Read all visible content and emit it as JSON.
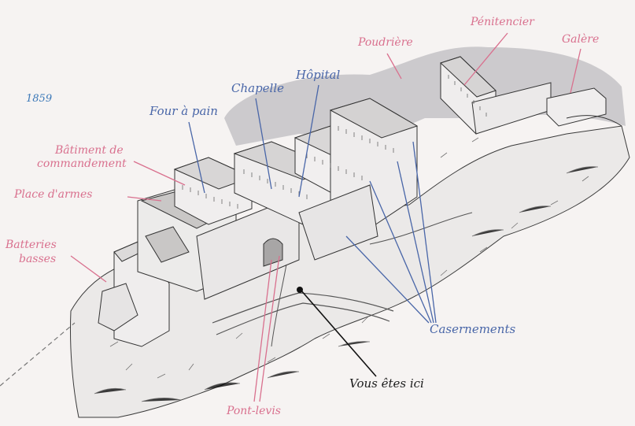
{
  "year": "1859",
  "labels": {
    "penitencier": "Pénitencier",
    "poudriere": "Poudrière",
    "galere": "Galère",
    "hopital": "Hôpital",
    "chapelle": "Chapelle",
    "four_a_pain": "Four à pain",
    "batiment_line1": "Bâtiment de",
    "batiment_line2": "commandement",
    "place_d_armes": "Place d'armes",
    "batteries_line1": "Batteries",
    "batteries_line2": "basses",
    "casernements": "Casernements",
    "vous_etes_ici": "Vous êtes ici",
    "pont_levis": "Pont-levis"
  },
  "colors": {
    "background": "#f6f3f2",
    "pink_labels": "#d9708e",
    "blue_labels": "#4966a8",
    "ink": "#2a2a2a",
    "shadow": "#b9b8bc"
  }
}
